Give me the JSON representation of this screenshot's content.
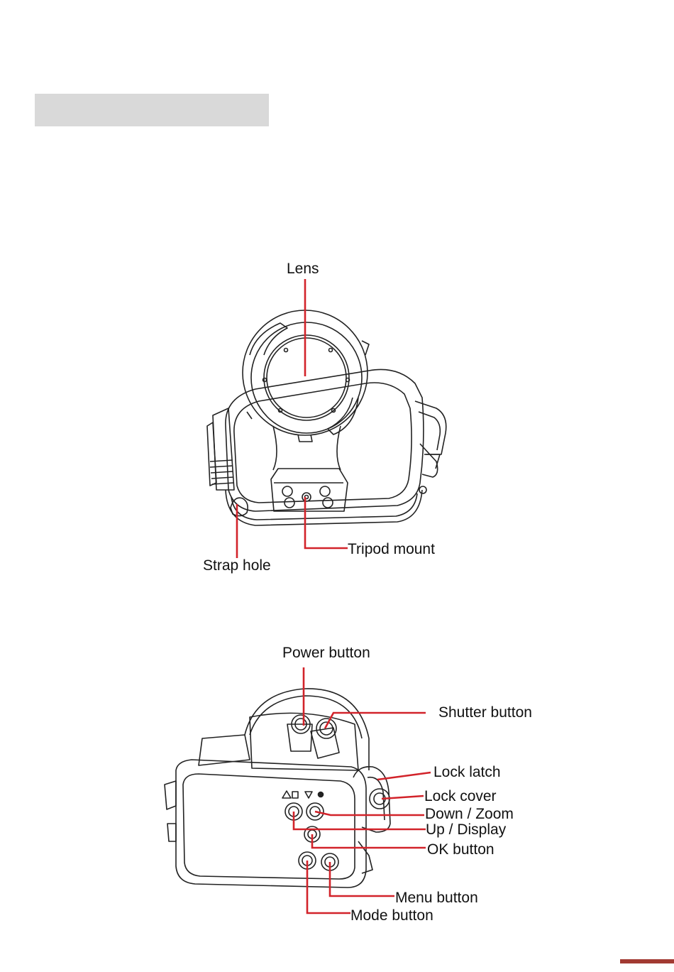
{
  "labels": {
    "lens": "Lens",
    "strap_hole": "Strap hole",
    "tripod_mount": "Tripod mount",
    "power_button": "Power button",
    "shutter_button": "Shutter button",
    "lock_latch": "Lock latch",
    "lock_cover": "Lock cover",
    "down_zoom": "Down / Zoom",
    "up_display": "Up / Display",
    "ok_button": "OK button",
    "menu_button": "Menu button",
    "mode_button": "Mode button"
  },
  "colors": {
    "leader_line": "#d2232a",
    "accent_bar": "#a23a32",
    "header_bar": "#d9d9d9"
  }
}
